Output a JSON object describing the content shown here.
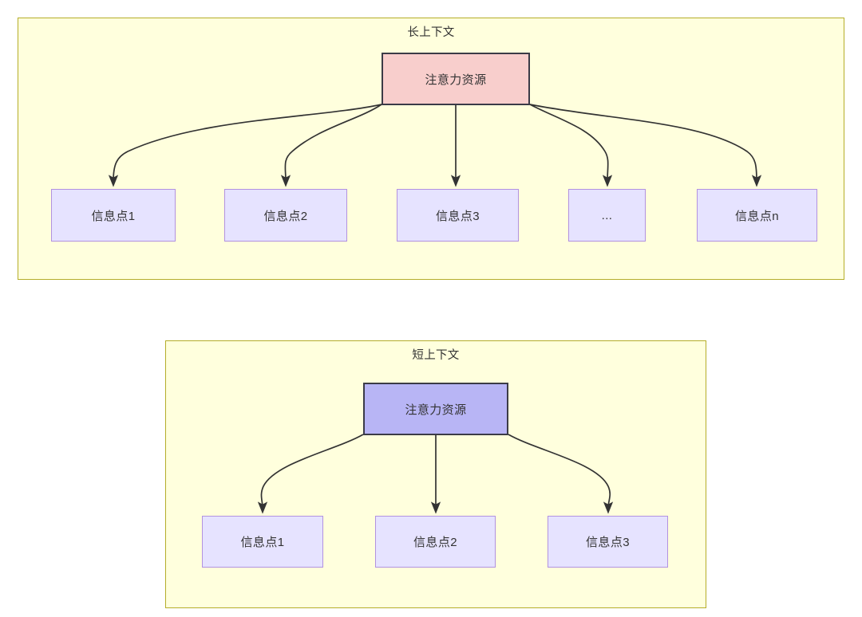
{
  "diagram": {
    "type": "flow-diagram",
    "background": "#ffffff",
    "colors": {
      "panel_fill": "#ffffdd",
      "panel_border": "#b5ad29",
      "root_long_fill": "#f8cecc",
      "root_short_fill": "#b8b5f5",
      "root_border": "#3b3b47",
      "leaf_fill": "#e6e3ff",
      "leaf_border": "#b292e0",
      "edge_stroke": "#333333",
      "text": "#333333"
    },
    "panels": [
      {
        "id": "long-context",
        "title": "长上下文",
        "root": {
          "label": "注意力资源"
        },
        "leaves": [
          {
            "label": "信息点1"
          },
          {
            "label": "信息点2"
          },
          {
            "label": "信息点3"
          },
          {
            "label": "..."
          },
          {
            "label": "信息点n"
          }
        ]
      },
      {
        "id": "short-context",
        "title": "短上下文",
        "root": {
          "label": "注意力资源"
        },
        "leaves": [
          {
            "label": "信息点1"
          },
          {
            "label": "信息点2"
          },
          {
            "label": "信息点3"
          }
        ]
      }
    ]
  }
}
